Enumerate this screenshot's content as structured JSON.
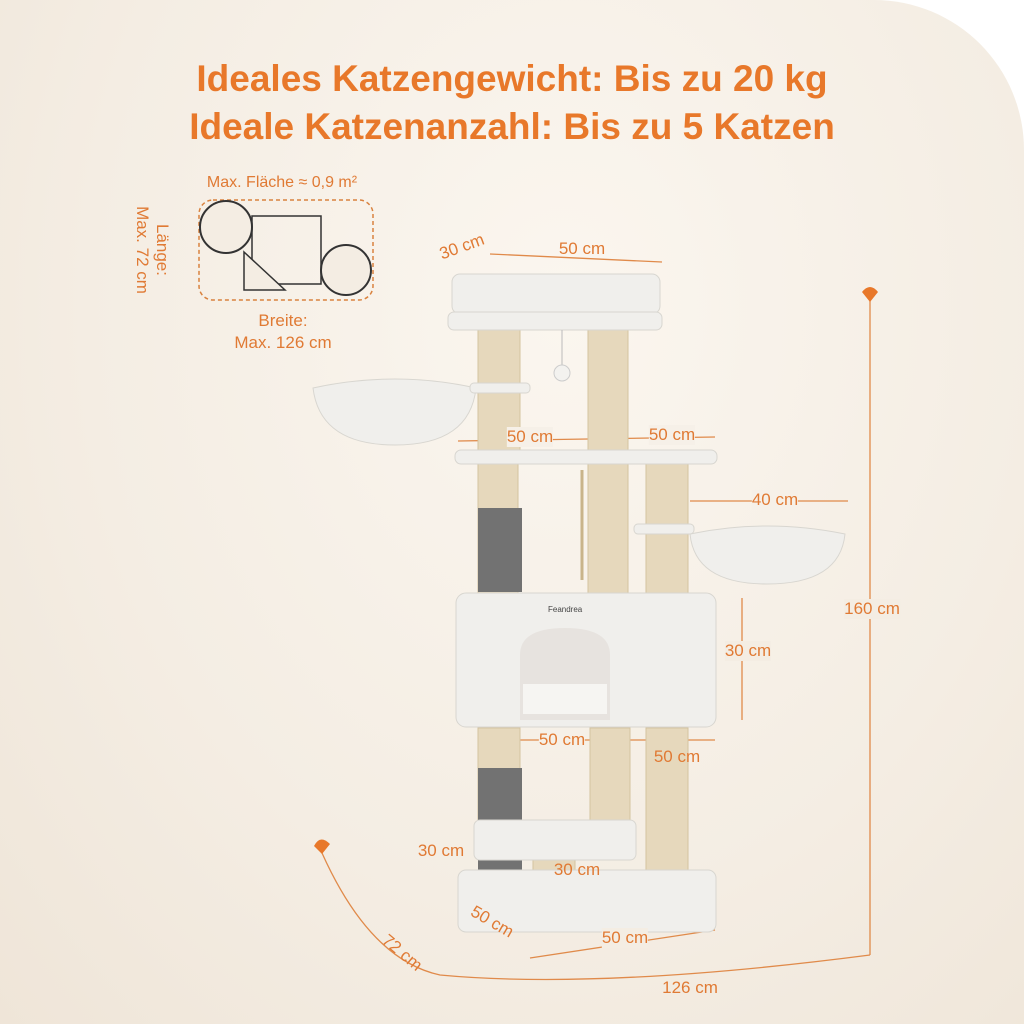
{
  "headline": {
    "line1": "Ideales Katzengewicht: Bis zu 20 kg",
    "line2": "Ideale Katzenanzahl: Bis zu 5 Katzen"
  },
  "footprint": {
    "area": "Max. Fläche ≈ 0,9 m²",
    "length_label": "Länge:",
    "length_value": "Max. 72 cm",
    "width_label": "Breite:",
    "width_value": "Max. 126 cm"
  },
  "dimensions": {
    "top_depth": "30 cm",
    "top_width": "50 cm",
    "mid_left": "50 cm",
    "mid_right": "50 cm",
    "basket_width": "40 cm",
    "total_height": "160 cm",
    "condo_height": "30 cm",
    "condo_left": "50 cm",
    "condo_right": "50 cm",
    "step_height": "30 cm",
    "step_width": "30 cm",
    "base_depth": "50 cm",
    "base_width": "50 cm",
    "overall_depth": "72 cm",
    "overall_width": "126 cm"
  },
  "brand": "Feandrea",
  "colors": {
    "accent": "#e8782a",
    "background": "#f4ede3"
  }
}
